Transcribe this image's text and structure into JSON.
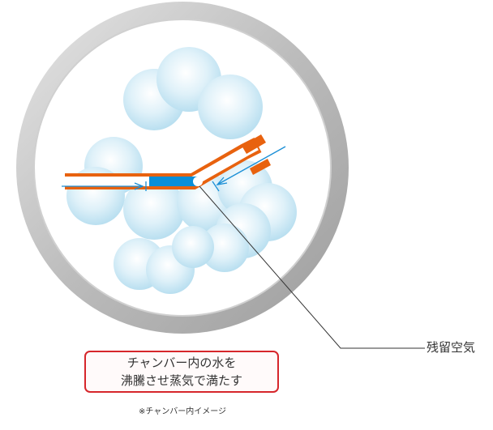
{
  "labels": {
    "residual_air": "残留空気",
    "callout_line1": "チャンバー内の水を",
    "callout_line2": "沸騰させ蒸気で満たす",
    "note": "※チャンバー内イメージ"
  },
  "colors": {
    "chamber_ring": "#bdbdbd",
    "bubble": "#cfe9f5",
    "pipe_outline": "#e8620f",
    "water_slug": "#0a8fd8",
    "arrow": "#1a8fd6",
    "callout_border": "#d6262b"
  },
  "icons": [
    "arrow-in-left-icon",
    "arrow-in-right-icon"
  ]
}
